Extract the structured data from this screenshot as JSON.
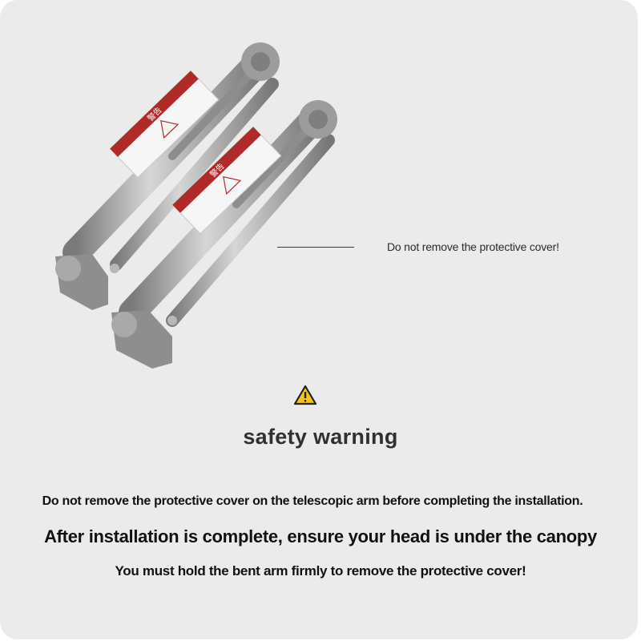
{
  "callout": {
    "text": "Do not remove the protective cover!"
  },
  "heading": {
    "text": "safety warning"
  },
  "lines": [
    "Do not remove the protective cover on the telescopic arm before completing the installation.",
    "After installation is complete, ensure your head is under the canopy",
    "You must hold the bent arm firmly to remove the protective cover!"
  ],
  "label": {
    "chinese_title": "警告"
  },
  "icons": {
    "warning": "warning-triangle-icon"
  },
  "colors": {
    "background": "#ebebeb",
    "warning_yellow": "#f5c518",
    "label_red": "#b02a2a"
  }
}
